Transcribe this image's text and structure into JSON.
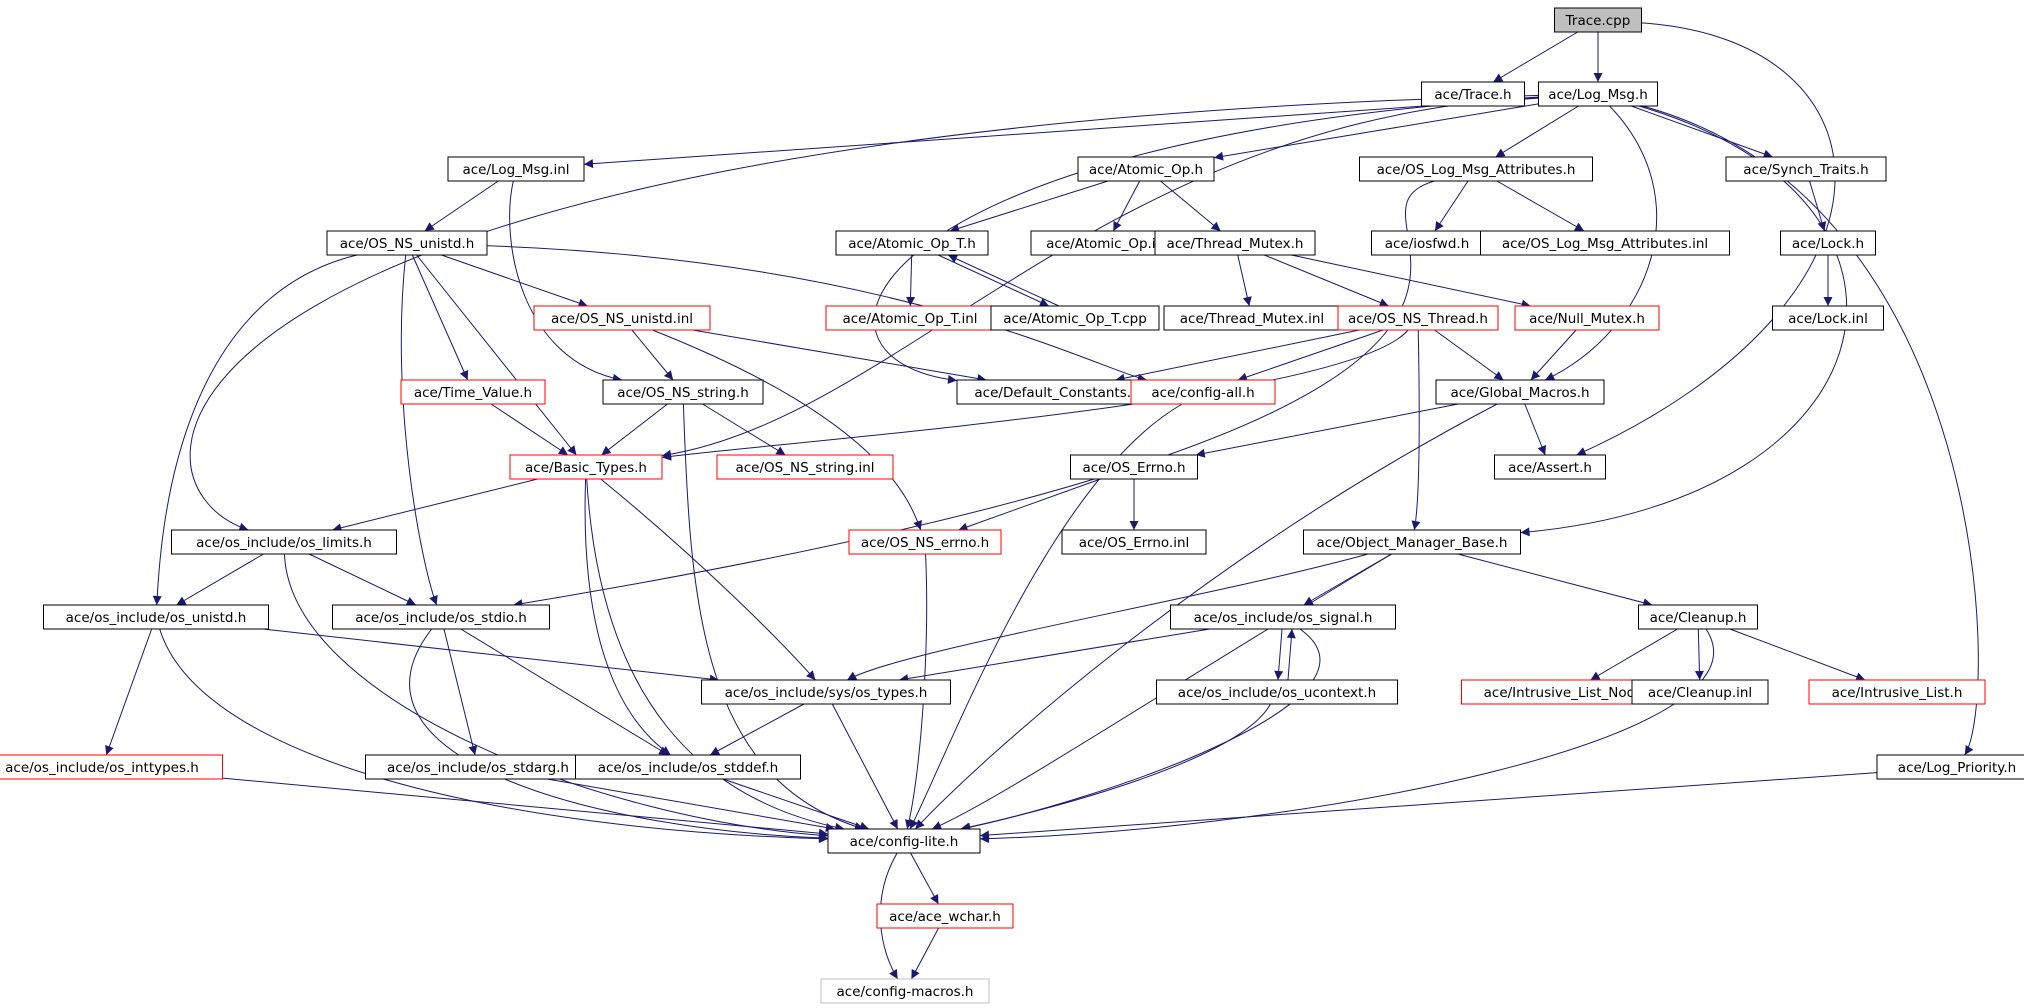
{
  "colors": {
    "edge": "#191970",
    "border_normal": "#000000",
    "border_truncated": "#ff0000",
    "border_external": "#bfbfbf",
    "fill_root": "#bfbfbf",
    "fill_node": "#ffffff",
    "text": "#000000"
  },
  "nodes": {
    "trace_cpp": {
      "label": "Trace.cpp",
      "kind": "root"
    },
    "trace_h": {
      "label": "ace/Trace.h",
      "kind": "normal"
    },
    "log_msg_h": {
      "label": "ace/Log_Msg.h",
      "kind": "normal"
    },
    "log_msg_inl": {
      "label": "ace/Log_Msg.inl",
      "kind": "normal"
    },
    "atomic_op_h": {
      "label": "ace/Atomic_Op.h",
      "kind": "normal"
    },
    "os_log_msg_attr_h": {
      "label": "ace/OS_Log_Msg_Attributes.h",
      "kind": "normal"
    },
    "synch_traits_h": {
      "label": "ace/Synch_Traits.h",
      "kind": "normal"
    },
    "os_ns_unistd_h": {
      "label": "ace/OS_NS_unistd.h",
      "kind": "normal"
    },
    "atomic_op_t_h": {
      "label": "ace/Atomic_Op_T.h",
      "kind": "normal"
    },
    "atomic_op_inl": {
      "label": "ace/Atomic_Op.inl",
      "kind": "normal"
    },
    "thread_mutex_h": {
      "label": "ace/Thread_Mutex.h",
      "kind": "normal"
    },
    "iosfwd_h": {
      "label": "ace/iosfwd.h",
      "kind": "normal"
    },
    "os_log_msg_attr_inl": {
      "label": "ace/OS_Log_Msg_Attributes.inl",
      "kind": "normal"
    },
    "lock_h": {
      "label": "ace/Lock.h",
      "kind": "normal"
    },
    "os_ns_unistd_inl": {
      "label": "ace/OS_NS_unistd.inl",
      "kind": "truncated"
    },
    "atomic_op_t_inl": {
      "label": "ace/Atomic_Op_T.inl",
      "kind": "truncated"
    },
    "atomic_op_t_cpp": {
      "label": "ace/Atomic_Op_T.cpp",
      "kind": "normal"
    },
    "thread_mutex_inl": {
      "label": "ace/Thread_Mutex.inl",
      "kind": "normal"
    },
    "os_ns_thread_h": {
      "label": "ace/OS_NS_Thread.h",
      "kind": "truncated"
    },
    "null_mutex_h": {
      "label": "ace/Null_Mutex.h",
      "kind": "truncated"
    },
    "lock_inl": {
      "label": "ace/Lock.inl",
      "kind": "normal"
    },
    "time_value_h": {
      "label": "ace/Time_Value.h",
      "kind": "truncated"
    },
    "os_ns_string_h": {
      "label": "ace/OS_NS_string.h",
      "kind": "normal"
    },
    "default_constants_h": {
      "label": "ace/Default_Constants.h",
      "kind": "normal"
    },
    "config_all_h": {
      "label": "ace/config-all.h",
      "kind": "truncated"
    },
    "global_macros_h": {
      "label": "ace/Global_Macros.h",
      "kind": "normal"
    },
    "basic_types_h": {
      "label": "ace/Basic_Types.h",
      "kind": "truncated"
    },
    "os_ns_string_inl": {
      "label": "ace/OS_NS_string.inl",
      "kind": "truncated"
    },
    "os_errno_h": {
      "label": "ace/OS_Errno.h",
      "kind": "normal"
    },
    "assert_h": {
      "label": "ace/Assert.h",
      "kind": "normal"
    },
    "os_limits_h": {
      "label": "ace/os_include/os_limits.h",
      "kind": "normal"
    },
    "os_ns_errno_h": {
      "label": "ace/OS_NS_errno.h",
      "kind": "truncated"
    },
    "os_errno_inl": {
      "label": "ace/OS_Errno.inl",
      "kind": "normal"
    },
    "object_manager_base_h": {
      "label": "ace/Object_Manager_Base.h",
      "kind": "normal"
    },
    "os_unistd_h": {
      "label": "ace/os_include/os_unistd.h",
      "kind": "normal"
    },
    "os_stdio_h": {
      "label": "ace/os_include/os_stdio.h",
      "kind": "normal"
    },
    "os_signal_h": {
      "label": "ace/os_include/os_signal.h",
      "kind": "normal"
    },
    "cleanup_h": {
      "label": "ace/Cleanup.h",
      "kind": "normal"
    },
    "sys_os_types_h": {
      "label": "ace/os_include/sys/os_types.h",
      "kind": "normal"
    },
    "os_ucontext_h": {
      "label": "ace/os_include/os_ucontext.h",
      "kind": "normal"
    },
    "intrusive_list_node_h": {
      "label": "ace/Intrusive_List_Node.h",
      "kind": "truncated"
    },
    "cleanup_inl": {
      "label": "ace/Cleanup.inl",
      "kind": "normal"
    },
    "intrusive_list_h": {
      "label": "ace/Intrusive_List.h",
      "kind": "truncated"
    },
    "os_inttypes_h": {
      "label": "ace/os_include/os_inttypes.h",
      "kind": "truncated"
    },
    "os_stdarg_h": {
      "label": "ace/os_include/os_stdarg.h",
      "kind": "normal"
    },
    "os_stddef_h": {
      "label": "ace/os_include/os_stddef.h",
      "kind": "normal"
    },
    "log_priority_h": {
      "label": "ace/Log_Priority.h",
      "kind": "normal"
    },
    "config_lite_h": {
      "label": "ace/config-lite.h",
      "kind": "normal"
    },
    "ace_wchar_h": {
      "label": "ace/ace_wchar.h",
      "kind": "truncated"
    },
    "config_macros_h": {
      "label": "ace/config-macros.h",
      "kind": "external"
    }
  },
  "edges": [
    [
      "trace_cpp",
      "trace_h"
    ],
    [
      "trace_cpp",
      "log_msg_h"
    ],
    [
      "trace_cpp",
      "assert_h"
    ],
    [
      "log_msg_h",
      "log_msg_inl"
    ],
    [
      "log_msg_h",
      "atomic_op_h"
    ],
    [
      "log_msg_h",
      "os_log_msg_attr_h"
    ],
    [
      "log_msg_h",
      "synch_traits_h"
    ],
    [
      "log_msg_h",
      "global_macros_h"
    ],
    [
      "log_msg_h",
      "default_constants_h"
    ],
    [
      "log_msg_h",
      "os_limits_h"
    ],
    [
      "log_msg_h",
      "object_manager_base_h"
    ],
    [
      "log_msg_h",
      "log_priority_h"
    ],
    [
      "log_msg_h",
      "basic_types_h"
    ],
    [
      "log_msg_inl",
      "os_ns_unistd_h"
    ],
    [
      "log_msg_inl",
      "os_ns_string_h"
    ],
    [
      "atomic_op_h",
      "atomic_op_t_h"
    ],
    [
      "atomic_op_h",
      "atomic_op_inl"
    ],
    [
      "atomic_op_h",
      "thread_mutex_h"
    ],
    [
      "os_log_msg_attr_h",
      "iosfwd_h"
    ],
    [
      "os_log_msg_attr_h",
      "os_log_msg_attr_inl"
    ],
    [
      "os_log_msg_attr_h",
      "os_stdio_h"
    ],
    [
      "synch_traits_h",
      "lock_h"
    ],
    [
      "lock_h",
      "lock_inl"
    ],
    [
      "atomic_op_t_h",
      "atomic_op_t_inl"
    ],
    [
      "atomic_op_t_h",
      "atomic_op_t_cpp"
    ],
    [
      "atomic_op_t_cpp",
      "atomic_op_t_h"
    ],
    [
      "thread_mutex_h",
      "thread_mutex_inl"
    ],
    [
      "thread_mutex_h",
      "os_ns_thread_h"
    ],
    [
      "thread_mutex_h",
      "null_mutex_h"
    ],
    [
      "null_mutex_h",
      "global_macros_h"
    ],
    [
      "os_ns_unistd_h",
      "os_ns_unistd_inl"
    ],
    [
      "os_ns_unistd_h",
      "time_value_h"
    ],
    [
      "os_ns_unistd_h",
      "basic_types_h"
    ],
    [
      "os_ns_unistd_h",
      "config_all_h"
    ],
    [
      "os_ns_unistd_h",
      "os_unistd_h"
    ],
    [
      "os_ns_unistd_h",
      "os_stdio_h"
    ],
    [
      "os_ns_unistd_inl",
      "os_ns_string_h"
    ],
    [
      "os_ns_unistd_inl",
      "default_constants_h"
    ],
    [
      "os_ns_unistd_inl",
      "os_ns_errno_h"
    ],
    [
      "os_ns_thread_h",
      "default_constants_h"
    ],
    [
      "os_ns_thread_h",
      "config_all_h"
    ],
    [
      "os_ns_thread_h",
      "global_macros_h"
    ],
    [
      "os_ns_thread_h",
      "basic_types_h"
    ],
    [
      "os_ns_thread_h",
      "object_manager_base_h"
    ],
    [
      "time_value_h",
      "basic_types_h"
    ],
    [
      "os_ns_string_h",
      "basic_types_h"
    ],
    [
      "os_ns_string_h",
      "os_ns_string_inl"
    ],
    [
      "os_ns_string_h",
      "config_lite_h"
    ],
    [
      "global_macros_h",
      "os_errno_h"
    ],
    [
      "global_macros_h",
      "assert_h"
    ],
    [
      "global_macros_h",
      "config_lite_h"
    ],
    [
      "config_all_h",
      "config_lite_h"
    ],
    [
      "basic_types_h",
      "os_limits_h"
    ],
    [
      "basic_types_h",
      "sys_os_types_h"
    ],
    [
      "basic_types_h",
      "os_stddef_h"
    ],
    [
      "basic_types_h",
      "config_lite_h"
    ],
    [
      "os_errno_h",
      "os_ns_errno_h"
    ],
    [
      "os_errno_h",
      "os_errno_inl"
    ],
    [
      "os_ns_errno_h",
      "config_lite_h"
    ],
    [
      "os_limits_h",
      "os_unistd_h"
    ],
    [
      "os_limits_h",
      "os_stdio_h"
    ],
    [
      "os_limits_h",
      "config_lite_h"
    ],
    [
      "object_manager_base_h",
      "os_signal_h"
    ],
    [
      "object_manager_base_h",
      "cleanup_h"
    ],
    [
      "object_manager_base_h",
      "sys_os_types_h"
    ],
    [
      "object_manager_base_h",
      "config_lite_h"
    ],
    [
      "os_unistd_h",
      "os_inttypes_h"
    ],
    [
      "os_unistd_h",
      "sys_os_types_h"
    ],
    [
      "os_unistd_h",
      "config_lite_h"
    ],
    [
      "os_stdio_h",
      "os_stdarg_h"
    ],
    [
      "os_stdio_h",
      "os_stddef_h"
    ],
    [
      "os_stdio_h",
      "config_lite_h"
    ],
    [
      "os_signal_h",
      "os_ucontext_h"
    ],
    [
      "os_ucontext_h",
      "os_signal_h"
    ],
    [
      "os_signal_h",
      "sys_os_types_h"
    ],
    [
      "os_signal_h",
      "config_lite_h"
    ],
    [
      "os_ucontext_h",
      "config_lite_h"
    ],
    [
      "cleanup_h",
      "intrusive_list_node_h"
    ],
    [
      "cleanup_h",
      "cleanup_inl"
    ],
    [
      "cleanup_h",
      "intrusive_list_h"
    ],
    [
      "cleanup_h",
      "config_lite_h"
    ],
    [
      "sys_os_types_h",
      "os_stddef_h"
    ],
    [
      "sys_os_types_h",
      "config_lite_h"
    ],
    [
      "os_inttypes_h",
      "config_lite_h"
    ],
    [
      "os_stdarg_h",
      "config_lite_h"
    ],
    [
      "os_stddef_h",
      "config_lite_h"
    ],
    [
      "log_priority_h",
      "config_lite_h"
    ],
    [
      "config_lite_h",
      "ace_wchar_h"
    ],
    [
      "config_lite_h",
      "config_macros_h"
    ],
    [
      "ace_wchar_h",
      "config_macros_h"
    ]
  ]
}
